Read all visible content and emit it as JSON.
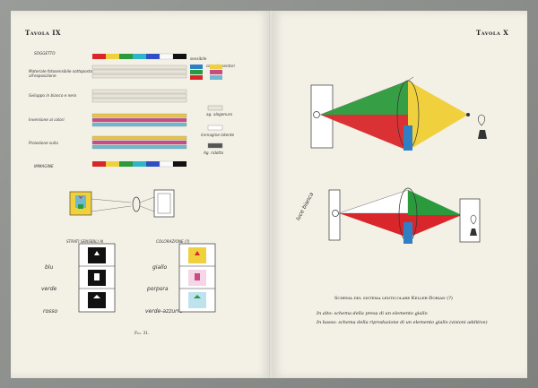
{
  "book": {
    "left_page": {
      "plate_label": "Tavola IX",
      "rows": [
        {
          "label": "SOGGETTO"
        },
        {
          "label": "Materiale fotosensibile sottoposto all'esposizione"
        },
        {
          "label": "Sviluppo in bianco e nero"
        },
        {
          "label": "Inversione ai colori"
        },
        {
          "label": "Proiezione sulla"
        },
        {
          "label": "IMMAGINE"
        }
      ],
      "legend": {
        "title": "sensibile",
        "line2": "complementari",
        "item1": "ag. alogenuro",
        "item2": "immagine latente",
        "item3": "Ag. ridotto"
      },
      "bottom_left_heading": "STRATI SENSIBILI AI",
      "bottom_right_heading": "COLORAZIONE (?)",
      "left_layers": [
        "blu",
        "verde",
        "rosso"
      ],
      "right_layers": [
        "giallo",
        "porpora",
        "verde-azzurro"
      ],
      "fig_label": "Fig. 31."
    },
    "right_page": {
      "plate_label": "Tavola X",
      "side_label": "luce bianca",
      "caption_title": "Schema del sistema lenticolare Keller-Dorian (?)",
      "caption_line1": "In alto: schema della presa di un elemento giallo",
      "caption_line2": "In basso: schema della riproduzione di un elemento giallo (visioni additive)"
    }
  },
  "colors": {
    "red": "#d8262b",
    "green": "#2b9a3c",
    "blue": "#2f7fc4",
    "yellow": "#f0d03c",
    "paper": "#f3f0e6"
  }
}
